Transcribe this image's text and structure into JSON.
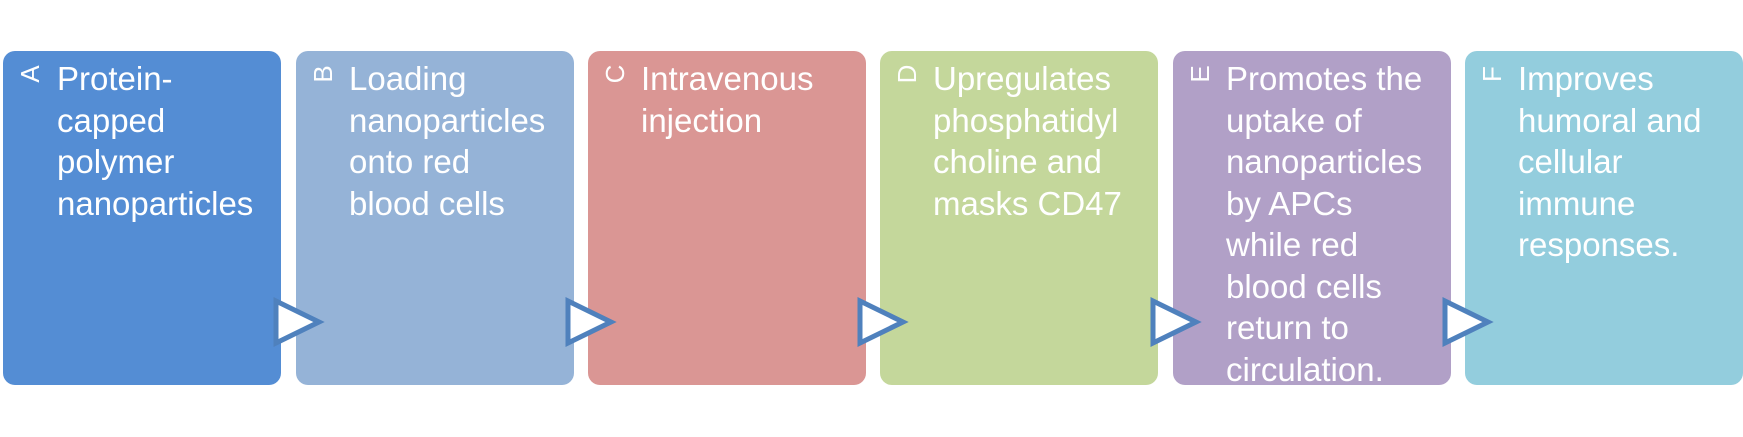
{
  "steps": [
    {
      "letter": "A",
      "text": "Protein-\ncapped\npolymer\nnanoparticles",
      "color": "#548dd4"
    },
    {
      "letter": "B",
      "text": "Loading\nnanoparticles\nonto red\nblood cells",
      "color": "#95b3d7"
    },
    {
      "letter": "C",
      "text": "Intravenous\ninjection",
      "color": "#da9694"
    },
    {
      "letter": "D",
      "text": "Upregulates\nphosphatidyl\ncholine and\nmasks CD47",
      "color": "#c4d79b"
    },
    {
      "letter": "E",
      "text": "Promotes the\nuptake of\nnanoparticles\nby APCs\nwhile red\nblood cells\nreturn to\ncirculation.",
      "color": "#b1a0c7"
    },
    {
      "letter": "F",
      "text": "Improves\nhumoral and\ncellular\nimmune\nresponses.",
      "color": "#93cddd"
    }
  ],
  "arrow_color": "#4f81bd",
  "arrow_icon": "triangle-right-outline-icon"
}
